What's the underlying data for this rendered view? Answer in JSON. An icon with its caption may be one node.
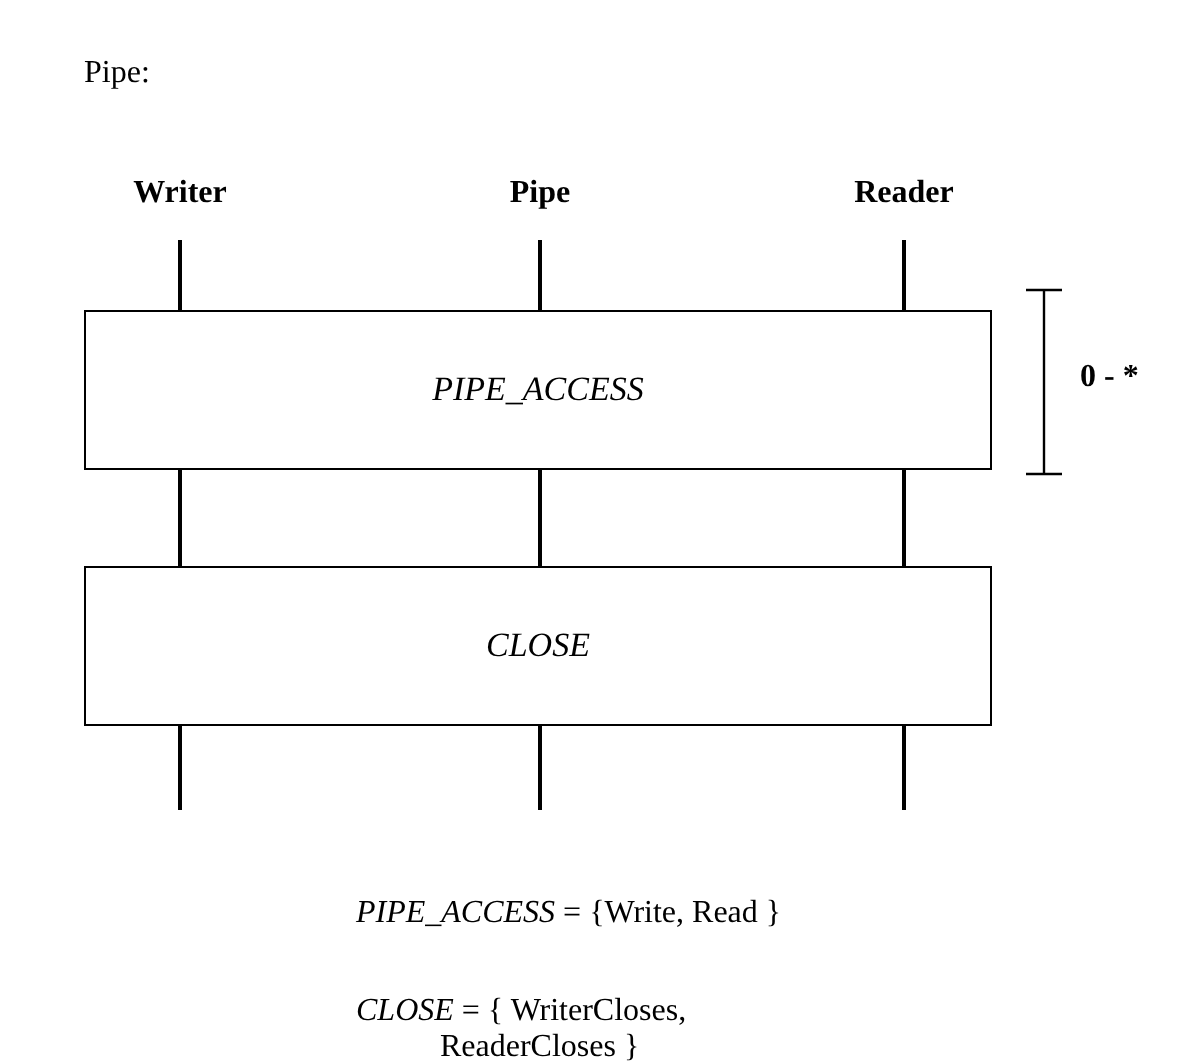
{
  "diagram": {
    "title": "Pipe:",
    "nodes": [
      {
        "text": [
          "PIPE_ACCESS"
        ]
      },
      {
        "text": [
          "CLOSE"
        ]
      }
    ],
    "edges": [
      {
        "from": null,
        "to": 0,
        "arrow": "none"
      },
      {
        "from": null,
        "to": 0,
        "arrow": "none"
      },
      {
        "from": null,
        "to": 0,
        "arrow": "none"
      },
      {
        "from": 0,
        "to": 1,
        "arrow": "none"
      },
      {
        "from": 0,
        "to": 1,
        "arrow": "none"
      },
      {
        "from": 0,
        "to": 1,
        "arrow": "none"
      },
      {
        "from": 1,
        "to": null,
        "arrow": "none"
      },
      {
        "from": 1,
        "to": null,
        "arrow": "none"
      },
      {
        "from": 1,
        "to": null,
        "arrow": "none"
      }
    ],
    "labels": [
      "Writer",
      "Pipe",
      "Reader",
      "0 - *",
      "*PIPE_ACCESS* = {Write, Read }",
      "*CLOSE* = { WriterCloses, ReaderCloses }"
    ]
  }
}
